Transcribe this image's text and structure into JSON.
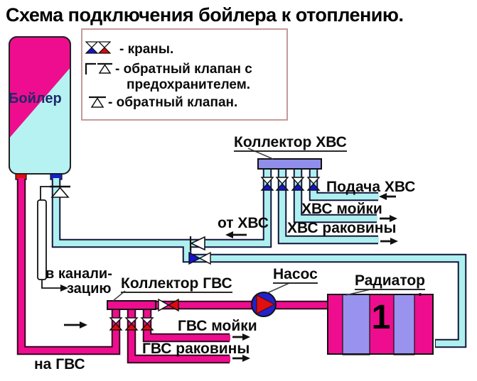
{
  "title": "Схема подключения бойлера к отоплению.",
  "legend": {
    "items": [
      {
        "symbol": "tap-valves",
        "label": "- краны."
      },
      {
        "symbol": "check-valve-with-safety",
        "label": "- обратный клапан с",
        "label2": "предохранителем."
      },
      {
        "symbol": "check-valve",
        "label": "- обратный клапан."
      }
    ]
  },
  "labels": {
    "boiler": "Бойлер",
    "collector_cold": "Коллектор ХВС",
    "supply_cold": "Подача ХВС",
    "cold_sinks": "ХВС мойки",
    "cold_basins": "ХВС раковины",
    "from_cold": "от ХВС",
    "to_sewer_1": "в канали-",
    "to_sewer_2": "зацию",
    "collector_hot": "Коллектор ГВС",
    "pump": "Насос",
    "radiator": "Радиатор",
    "hot_sinks": "ГВС мойки",
    "hot_basins": "ГВС раковины",
    "to_hot": "на ГВС",
    "radiator_number": "1"
  },
  "colors": {
    "hot_pipe": "#EE0D8E",
    "cold_pipe": "#AEEFEF",
    "boiler_cold_fill": "#B6F2F2",
    "collector_cold_fill": "#8F8FEB",
    "radiator_stripe": "#9A92EF",
    "valve_blue": "#1414CC",
    "valve_red": "#DD0A0A",
    "pump_blue": "#2222CC",
    "outlet_red": "#E01010",
    "outlet_blue": "#1122CC",
    "boiler_label_text": "#1F2A6B",
    "legend_border": "#C49A9A"
  }
}
